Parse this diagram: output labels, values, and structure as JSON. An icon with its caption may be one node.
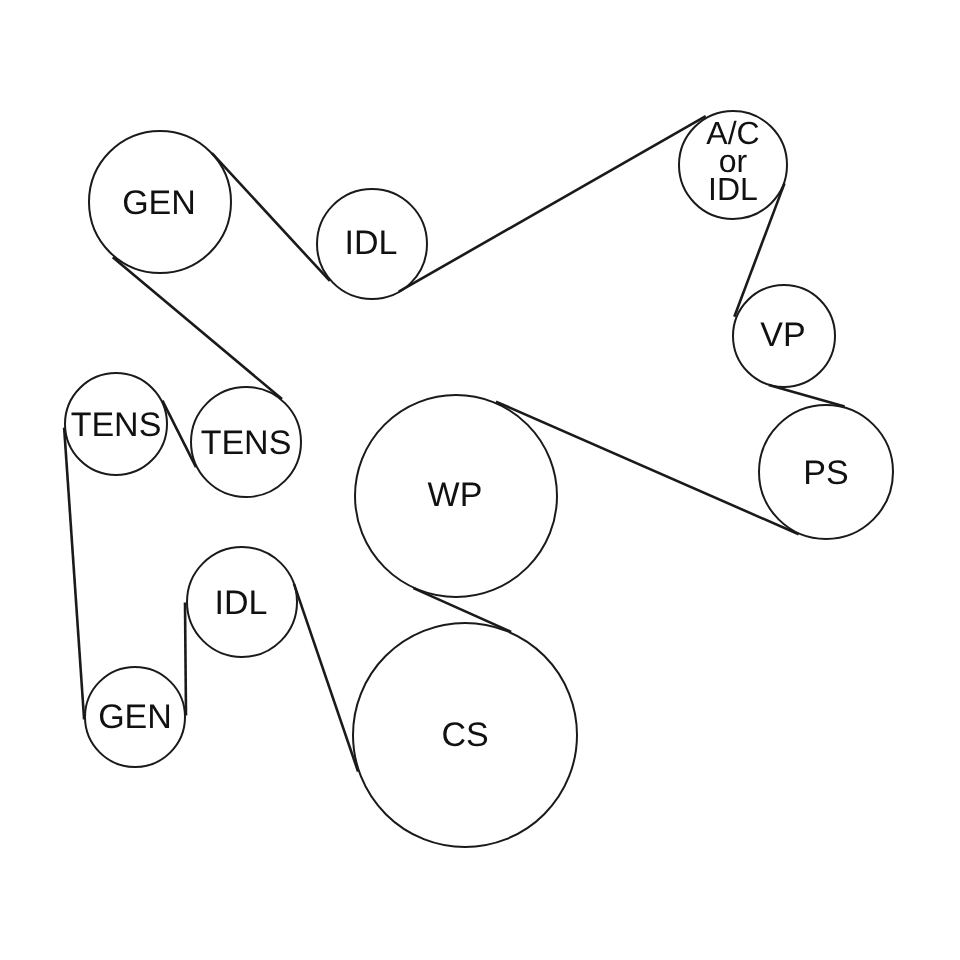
{
  "diagram": {
    "nodes": [
      {
        "text": [
          "GEN"
        ]
      },
      {
        "text": [
          "IDL"
        ]
      },
      {
        "text": [
          "A/C or IDL"
        ]
      },
      {
        "text": [
          "VP"
        ]
      },
      {
        "text": [
          "TENS"
        ]
      },
      {
        "text": [
          "TENS"
        ]
      },
      {
        "text": [
          "WP"
        ]
      },
      {
        "text": [
          "PS"
        ]
      },
      {
        "text": [
          "IDL"
        ]
      },
      {
        "text": [
          "GEN"
        ]
      },
      {
        "text": [
          "CS"
        ]
      }
    ],
    "edges": [
      {
        "from": 0,
        "to": 1,
        "arrow": "none"
      },
      {
        "from": 1,
        "to": 2,
        "arrow": "none"
      },
      {
        "from": 2,
        "to": 3,
        "arrow": "none"
      },
      {
        "from": 3,
        "to": 7,
        "arrow": "none"
      },
      {
        "from": 7,
        "to": 6,
        "arrow": "none"
      },
      {
        "from": 6,
        "to": 10,
        "arrow": "none"
      },
      {
        "from": 10,
        "to": 8,
        "arrow": "none"
      },
      {
        "from": 8,
        "to": 9,
        "arrow": "none"
      },
      {
        "from": 9,
        "to": 4,
        "arrow": "none"
      },
      {
        "from": 4,
        "to": 5,
        "arrow": "none"
      },
      {
        "from": 5,
        "to": 0,
        "arrow": "none"
      }
    ]
  }
}
